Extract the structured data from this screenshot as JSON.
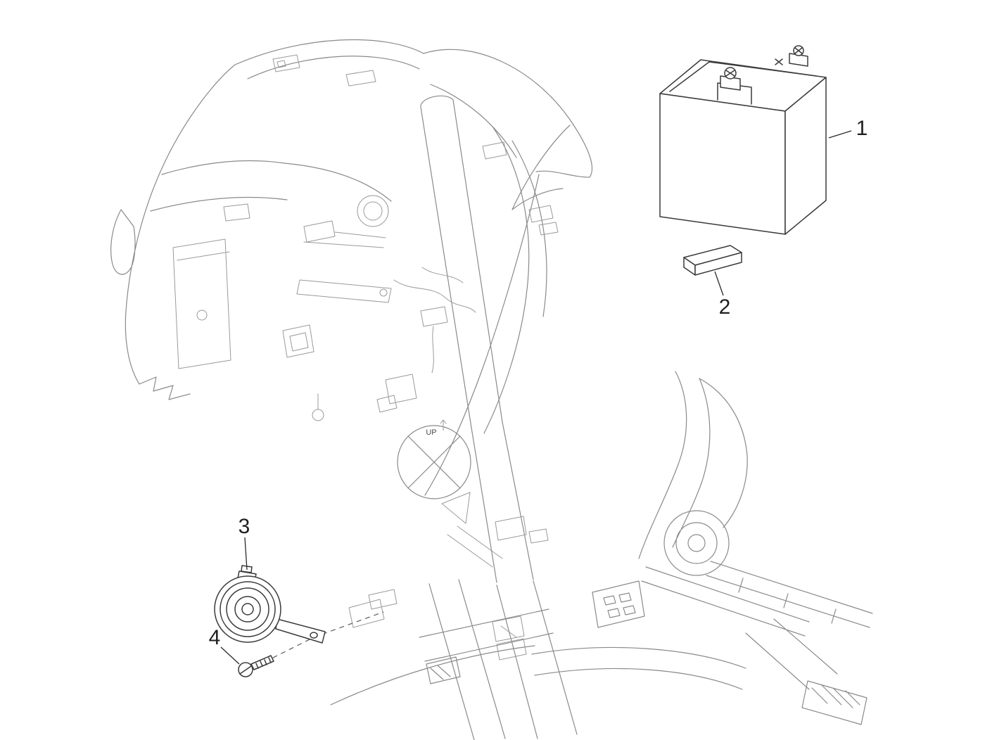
{
  "diagram": {
    "type": "exploded-parts-diagram",
    "callouts": [
      {
        "number": "1",
        "part": "battery"
      },
      {
        "number": "2",
        "part": "fuse"
      },
      {
        "number": "3",
        "part": "horn"
      },
      {
        "number": "4",
        "part": "screw"
      }
    ],
    "markings": {
      "up": "UP"
    },
    "colors": {
      "background": "#ffffff",
      "frame_line": "#8a8a8a",
      "part_line": "#3a3a3a",
      "label_text": "#1f1f1f"
    }
  }
}
